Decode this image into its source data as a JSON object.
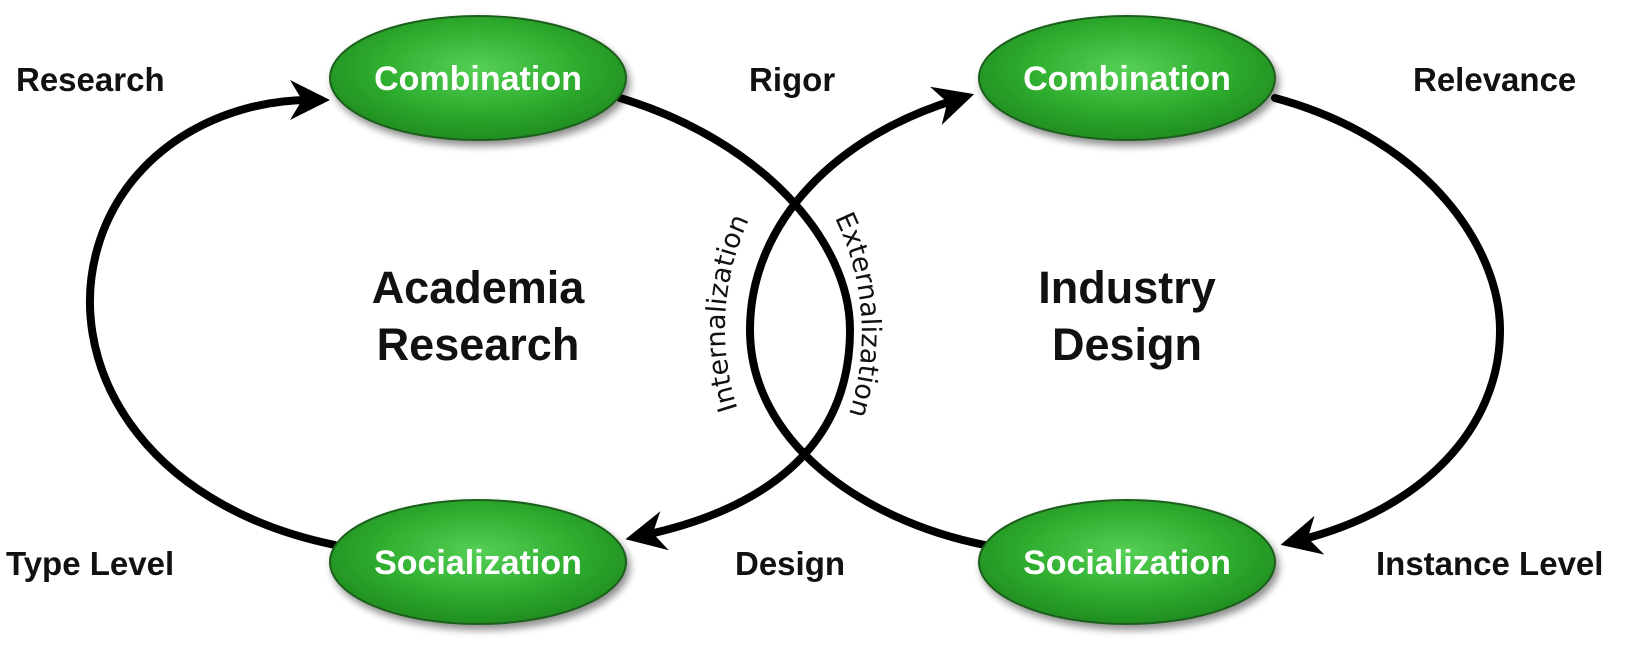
{
  "nodes": {
    "left_top": "Combination",
    "left_bottom": "Socialization",
    "right_top": "Combination",
    "right_bottom": "Socialization"
  },
  "labels": {
    "research": "Research",
    "rigor": "Rigor",
    "relevance": "Relevance",
    "type_level": "Type Level",
    "design": "Design",
    "instance_level": "Instance Level"
  },
  "centers": {
    "left_line1": "Academia",
    "left_line2": "Research",
    "right_line1": "Industry",
    "right_line2": "Design"
  },
  "arcs": {
    "internalization": "Internalization",
    "externalization": "Externalization"
  },
  "colors": {
    "node_fill": "#2aa12a",
    "node_highlight": "#5fd05f",
    "node_border": "#1e6e1e",
    "loop_stroke": "#000000"
  }
}
